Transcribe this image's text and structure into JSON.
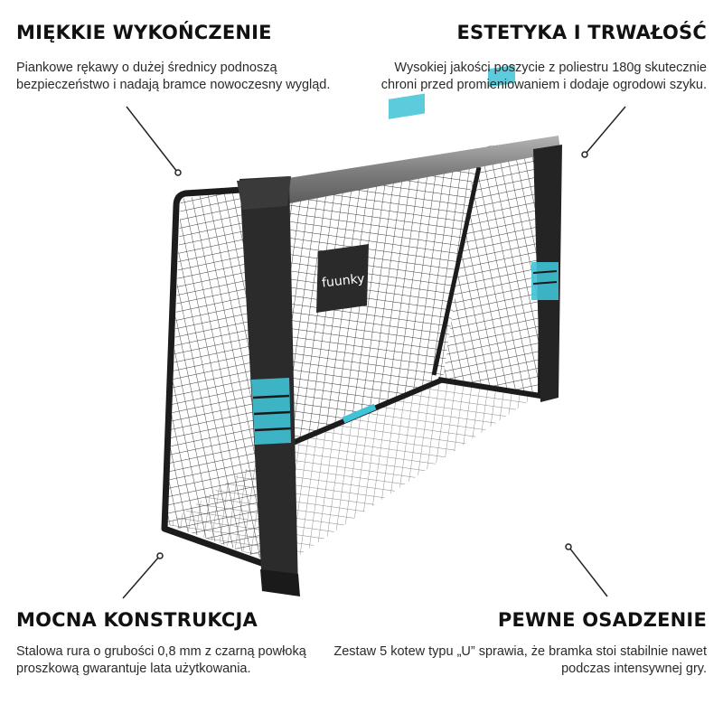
{
  "features": {
    "top_left": {
      "title": "MIĘKKIE WYKOŃCZENIE",
      "text": "Piankowe rękawy o dużej średnicy podnoszą bezpieczeństwo i nadają bramce nowoczesny wygląd."
    },
    "top_right": {
      "title": "ESTETYKA I TRWAŁOŚĆ",
      "text": "Wysokiej jakości poszycie z poliestru 180g skutecznie chroni przed promieniowaniem i dodaje ogrodowi szyku."
    },
    "bottom_left": {
      "title": "MOCNA KONSTRUKCJA",
      "text": "Stalowa rura o grubości 0,8 mm z czarną powłoką proszkową gwarantuje lata użytkowania."
    },
    "bottom_right": {
      "title": "PEWNE OSADZENIE",
      "text": "Zestaw 5 kotew typu „U” sprawia, że bramka stoi stabilnie nawet podczas intensywnej gry."
    }
  },
  "product": {
    "logo_text": "fuunky"
  },
  "colors": {
    "frame": "#1c1c1c",
    "sleeve": "#2b2b2b",
    "accent": "#3fc3d6",
    "crossbar": "#8a8a8a",
    "net": "#222222"
  }
}
